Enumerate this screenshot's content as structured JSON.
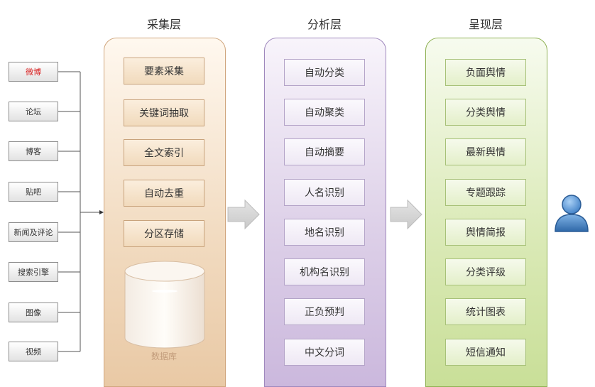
{
  "columns": [
    {
      "title": "采集层",
      "items": [
        "要素采集",
        "关键词抽取",
        "全文索引",
        "自动去重",
        "分区存储"
      ],
      "footer": "数据库"
    },
    {
      "title": "分析层",
      "items": [
        "自动分类",
        "自动聚类",
        "自动摘要",
        "人名识别",
        "地名识别",
        "机构名识别",
        "正负预判",
        "中文分词"
      ]
    },
    {
      "title": "呈现层",
      "items": [
        "负面舆情",
        "分类舆情",
        "最新舆情",
        "专题跟踪",
        "舆情简报",
        "分类评级",
        "统计图表",
        "短信通知"
      ]
    }
  ],
  "sources": [
    {
      "label": "微博",
      "highlight": true
    },
    {
      "label": "论坛",
      "highlight": false
    },
    {
      "label": "博客",
      "highlight": false
    },
    {
      "label": "贴吧",
      "highlight": false
    },
    {
      "label": "新闻及评论",
      "highlight": false
    },
    {
      "label": "搜索引擎",
      "highlight": false
    },
    {
      "label": "图像",
      "highlight": false
    },
    {
      "label": "视频",
      "highlight": false
    }
  ],
  "icons": {
    "flow_arrow": "arrow-right-icon",
    "user": "user-icon",
    "database": "database-icon"
  },
  "colors": {
    "highlight_text": "#d81e1e",
    "user_blue": "#3f7fc6"
  }
}
